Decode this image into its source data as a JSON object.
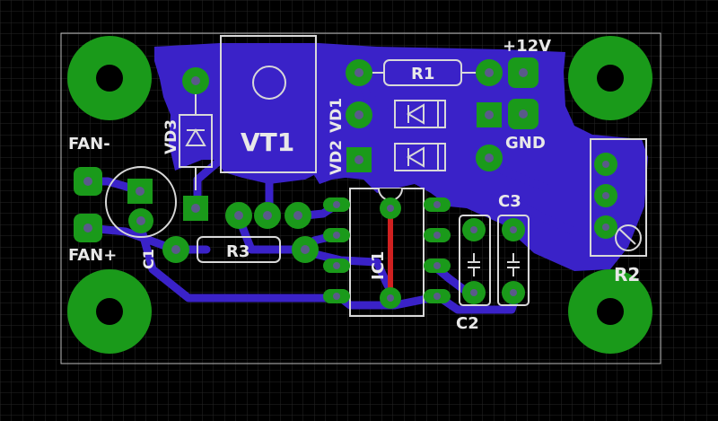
{
  "colors": {
    "background": "#000000",
    "grid": "#2a2a2a",
    "copper_bottom": "#3a22c8",
    "copper_top": "#d02020",
    "pad": "#1a9a1a",
    "silkscreen": "#d8d8d8",
    "via_hole": "#6a6a8a"
  },
  "labels": {
    "power": "+12V",
    "ground": "GND",
    "fan_minus": "FAN-",
    "fan_plus": "FAN+",
    "r1": "R1",
    "r2": "R2",
    "r3": "R3",
    "c1": "C1",
    "c2": "C2",
    "c3": "C3",
    "vt1": "VT1",
    "vd1": "VD1",
    "vd2": "VD2",
    "vd3": "VD3",
    "ic1": "IC1"
  }
}
